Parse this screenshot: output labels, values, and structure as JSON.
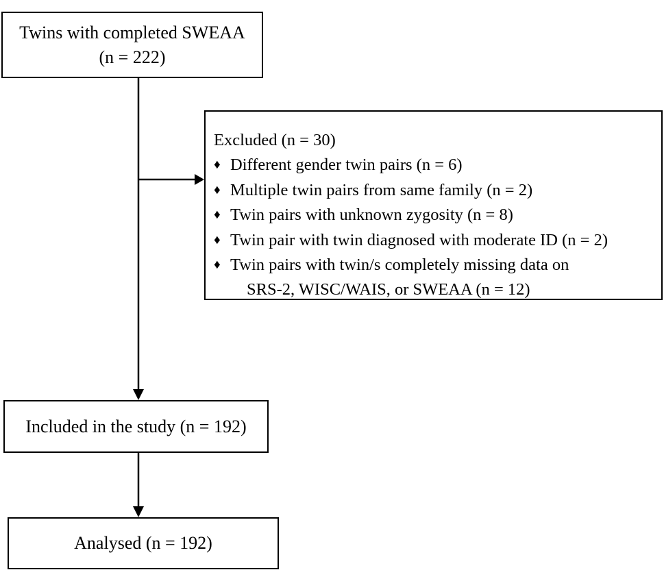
{
  "flowchart": {
    "start": {
      "line1": "Twins with completed SWEAA",
      "line2": "(n = 222)"
    },
    "excluded": {
      "title": "Excluded (n = 30)",
      "bullet_glyph": "♦",
      "items": [
        {
          "text": "Different gender twin pairs (n = 6)",
          "cont": ""
        },
        {
          "text": "Multiple twin pairs from same family (n = 2)",
          "cont": ""
        },
        {
          "text": "Twin pairs with unknown zygosity (n = 8)",
          "cont": ""
        },
        {
          "text": "Twin pair with twin diagnosed with moderate ID (n = 2)",
          "cont": ""
        },
        {
          "text": "Twin pairs with twin/s completely missing data on",
          "cont": "SRS-2, WISC/WAIS, or SWEAA (n = 12)"
        }
      ]
    },
    "included": {
      "label": "Included in the study (n = 192)"
    },
    "analysed": {
      "label": "Analysed (n = 192)"
    }
  }
}
